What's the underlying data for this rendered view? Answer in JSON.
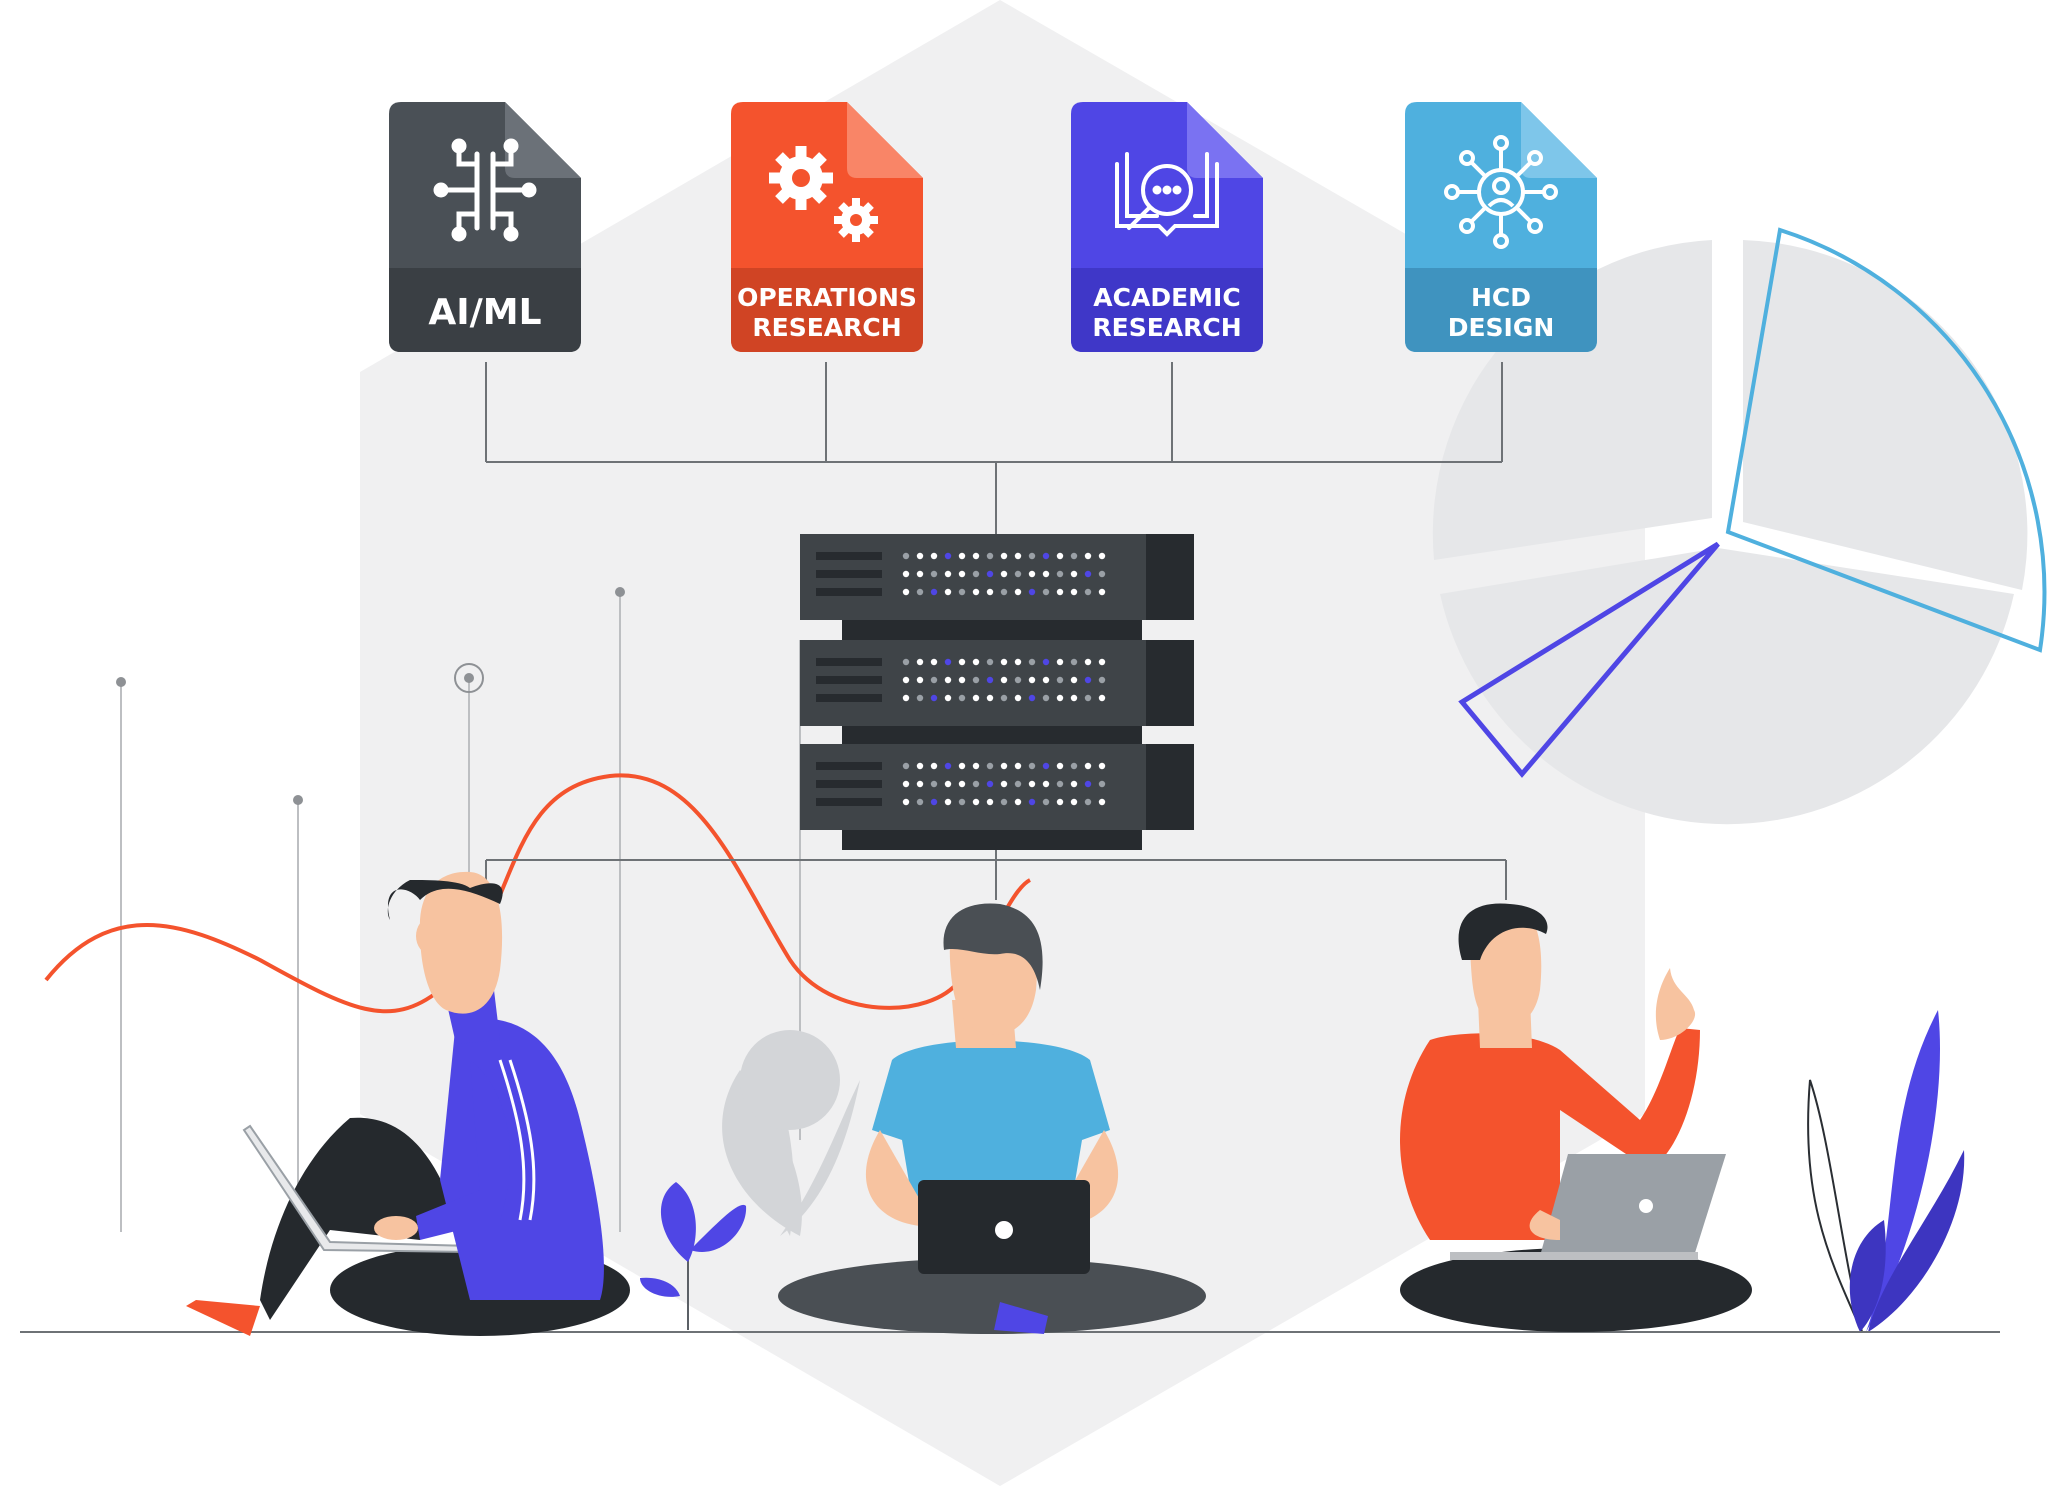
{
  "documents": [
    {
      "line1": "AI/ML",
      "line2": "",
      "icon": "neural-chip-icon",
      "color": "#4a5056",
      "band": "#3a3f44",
      "fold": "#6b7178"
    },
    {
      "line1": "OPERATIONS",
      "line2": "RESEARCH",
      "icon": "gears-icon",
      "color": "#f4532d",
      "band": "#d04424",
      "fold": "#f98567"
    },
    {
      "line1": "ACADEMIC",
      "line2": "RESEARCH",
      "icon": "research-magnifier-icon",
      "color": "#4f46e5",
      "band": "#3f37c8",
      "fold": "#7a72f2"
    },
    {
      "line1": "HCD",
      "line2": "DESIGN",
      "icon": "user-network-icon",
      "color": "#4fb0de",
      "band": "#3f93bf",
      "fold": "#7ec6ea"
    }
  ],
  "colors": {
    "hexagon": "#f0f0f1",
    "pie": "#e6e7e9",
    "server": "#3f4448",
    "server_dark": "#272b2f",
    "accent_blue": "#4f46e5",
    "accent_orange": "#f4532d",
    "accent_cyan": "#4fb0de"
  }
}
